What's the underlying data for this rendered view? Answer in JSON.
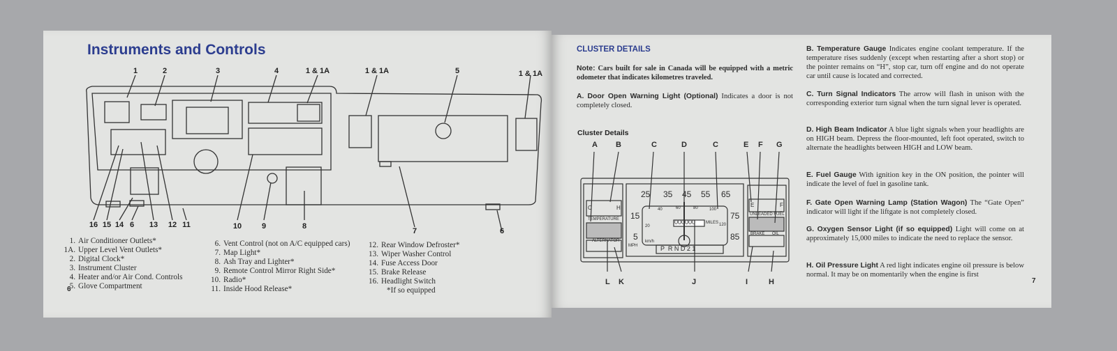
{
  "left_page": {
    "title": "Instruments and Controls",
    "page_number": "6",
    "top_callouts": [
      "1",
      "2",
      "3",
      "4",
      "1 & 1A",
      "1 & 1A",
      "5",
      "1 & 1A"
    ],
    "bottom_callouts": [
      "16",
      "15",
      "14",
      "6",
      "13",
      "12",
      "11",
      "10",
      "9",
      "8",
      "7",
      "6"
    ],
    "legend": [
      {
        "n": "1.",
        "t": "Air Conditioner Outlets*"
      },
      {
        "n": "1A.",
        "t": "Upper Level Vent Outlets*"
      },
      {
        "n": "2.",
        "t": "Digital Clock*"
      },
      {
        "n": "3.",
        "t": "Instrument Cluster"
      },
      {
        "n": "4.",
        "t": "Heater and/or Air Cond. Controls"
      },
      {
        "n": "5.",
        "t": "Glove Compartment"
      },
      {
        "n": "6.",
        "t": "Vent Control (not on A/C equipped cars)"
      },
      {
        "n": "7.",
        "t": "Map Light*"
      },
      {
        "n": "8.",
        "t": "Ash Tray and Lighter*"
      },
      {
        "n": "9.",
        "t": "Remote Control Mirror Right Side*"
      },
      {
        "n": "10.",
        "t": "Radio*"
      },
      {
        "n": "11.",
        "t": "Inside Hood Release*"
      },
      {
        "n": "12.",
        "t": "Rear Window Defroster*"
      },
      {
        "n": "13.",
        "t": "Wiper Washer Control"
      },
      {
        "n": "14.",
        "t": "Fuse Access Door"
      },
      {
        "n": "15.",
        "t": "Brake Release"
      },
      {
        "n": "16.",
        "t": "Headlight Switch"
      }
    ],
    "footnote": "*If so equipped"
  },
  "right_page": {
    "heading": "CLUSTER DETAILS",
    "note_label": "Note:",
    "note_text": "Cars built for sale in Canada will be equipped with a metric odometer that indicates kilometres traveled.",
    "item_a": {
      "title": "A. Door Open Warning Light (Optional)",
      "text": "Indicates a door is not completely closed."
    },
    "diagram_title": "Cluster Details",
    "items": [
      {
        "title": "B. Temperature Gauge",
        "text": "Indicates engine coolant temperature. If the temperature rises suddenly (except when restarting after a short stop) or the pointer remains on “H”, stop car, turn off engine and do not operate car until cause is located and corrected."
      },
      {
        "title": "C. Turn Signal Indicators",
        "text": "The arrow will flash in unison with the corresponding exterior turn signal when the turn signal lever is operated."
      },
      {
        "title": "D. High Beam Indicator",
        "text": "A blue light signals when your headlights are on HIGH beam. Depress the floor-mounted, left foot operated, switch to alternate the headlights between HIGH and LOW beam."
      },
      {
        "title": "E. Fuel Gauge",
        "text": "With ignition key in the ON position, the pointer will indicate the level of fuel in gasoline tank."
      },
      {
        "title": "F. Gate Open Warning Lamp (Station Wagon)",
        "text": "The “Gate Open” indicator will light if the liftgate is not completely closed."
      },
      {
        "title": "G. Oxygen Sensor Light (if so equipped)",
        "text": "Light will come on at approximately 15,000 miles to indicate the need to replace the sensor."
      },
      {
        "title": "H. Oil Pressure Light",
        "text": "A red light indicates engine oil pressure is below normal. It may be on momentarily when the engine is first"
      }
    ],
    "page_number": "7",
    "cluster": {
      "top_labels": [
        "A",
        "B",
        "C",
        "D",
        "C",
        "E",
        "F",
        "G"
      ],
      "bottom_labels": [
        "L",
        "K",
        "J",
        "I",
        "H"
      ],
      "mph_ticks": [
        "25",
        "35",
        "45",
        "55",
        "65",
        "15",
        "75",
        "5",
        "85"
      ],
      "kmh_ticks": [
        "40",
        "60",
        "80",
        "100",
        "20",
        "120"
      ],
      "units_mph": "MPH",
      "units_kmh": "km/h",
      "miles": "MILES",
      "odometer": "000000",
      "gear": "P  R N D 2 1",
      "temperature": "TEMPERATURE",
      "alternator": "ALTERNATOR",
      "cold": "C",
      "hot": "H",
      "fuel": "UNLEADED FUEL",
      "empty": "E",
      "full": "F",
      "brake": "BRAKE",
      "oil": "OIL"
    }
  },
  "colors": {
    "heading_blue": "#2c3d8f",
    "page": "#e3e4e2",
    "background": "#a7a8ab"
  }
}
